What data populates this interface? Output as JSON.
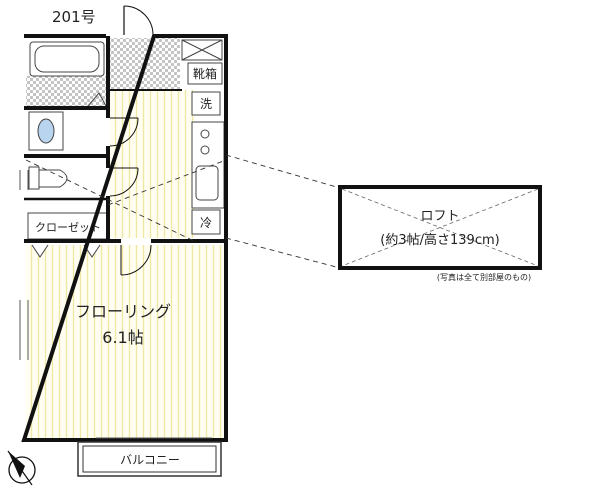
{
  "unit_label": "201号",
  "rooms": {
    "shoe_box": "靴箱",
    "washer": "洗",
    "fridge": "冷",
    "closet": "クローゼット",
    "main_room": "フローリング",
    "main_room_size": "6.1帖",
    "balcony": "バルコニー"
  },
  "loft": {
    "title": "ロフト",
    "detail": "(約3帖/高さ139cm)"
  },
  "note": "(写真は全て別部屋のもの)",
  "colors": {
    "wall": "#111111",
    "floor_stripe": "#f1ecae",
    "floor_bg": "#fffef0",
    "bath_tile": "#bbbbbb"
  }
}
